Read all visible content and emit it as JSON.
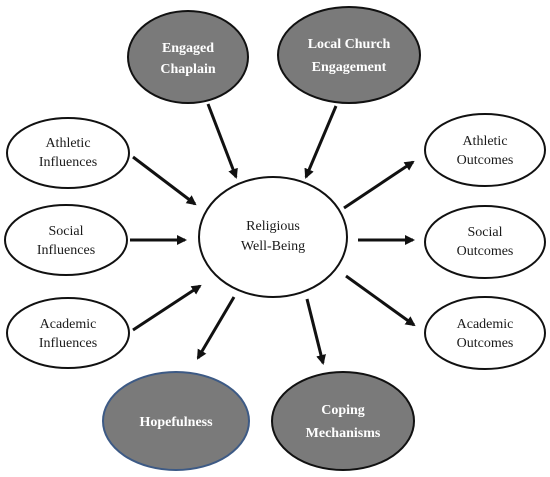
{
  "diagram": {
    "center": {
      "line1": "Religious",
      "line2": "Well-Being"
    },
    "engaged_chaplain": {
      "line1": "Engaged",
      "line2": "Chaplain"
    },
    "local_church": {
      "line1": "Local Church",
      "line2": "Engagement"
    },
    "athletic_influences": {
      "line1": "Athletic",
      "line2": "Influences"
    },
    "social_influences": {
      "line1": "Social",
      "line2": "Influences"
    },
    "academic_influences": {
      "line1": "Academic",
      "line2": "Influences"
    },
    "athletic_outcomes": {
      "line1": "Athletic",
      "line2": "Outcomes"
    },
    "social_outcomes": {
      "line1": "Social",
      "line2": "Outcomes"
    },
    "academic_outcomes": {
      "line1": "Academic",
      "line2": "Outcomes"
    },
    "hopefulness": {
      "line1": "Hopefulness"
    },
    "coping": {
      "line1": "Coping",
      "line2": "Mechanisms"
    }
  },
  "colors": {
    "dark_fill": "#7a7a7a",
    "light_fill": "#ffffff",
    "stroke": "#111111",
    "hopefulness_stroke": "#3d5a85"
  }
}
